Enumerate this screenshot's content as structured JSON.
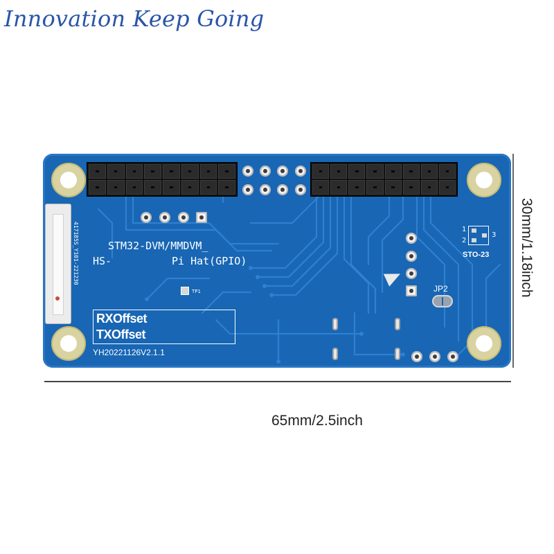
{
  "slogan": "Innovation Keep Going",
  "board": {
    "model": "STM32-DVM/MMDVM_",
    "subtitle": "Pi Hat(GPIO)",
    "hs_label": "HS-",
    "rx_offset": "RXOffset",
    "tx_offset": "TXOffset",
    "version": "YH20221126V2.1.1",
    "tp_label": "TP1",
    "jumper_label": "JP2",
    "sot_label": "STO-23",
    "sot_pin1": "1",
    "sot_pin2": "2",
    "sot_pin3": "3",
    "connector_code": "417185S_Y101-221230"
  },
  "dimensions": {
    "width": "65mm/2.5inch",
    "height": "30mm/1.18inch"
  },
  "colors": {
    "pcb": "#1866b4",
    "slogan": "#2a55a8",
    "silkscreen": "#ffffff"
  }
}
